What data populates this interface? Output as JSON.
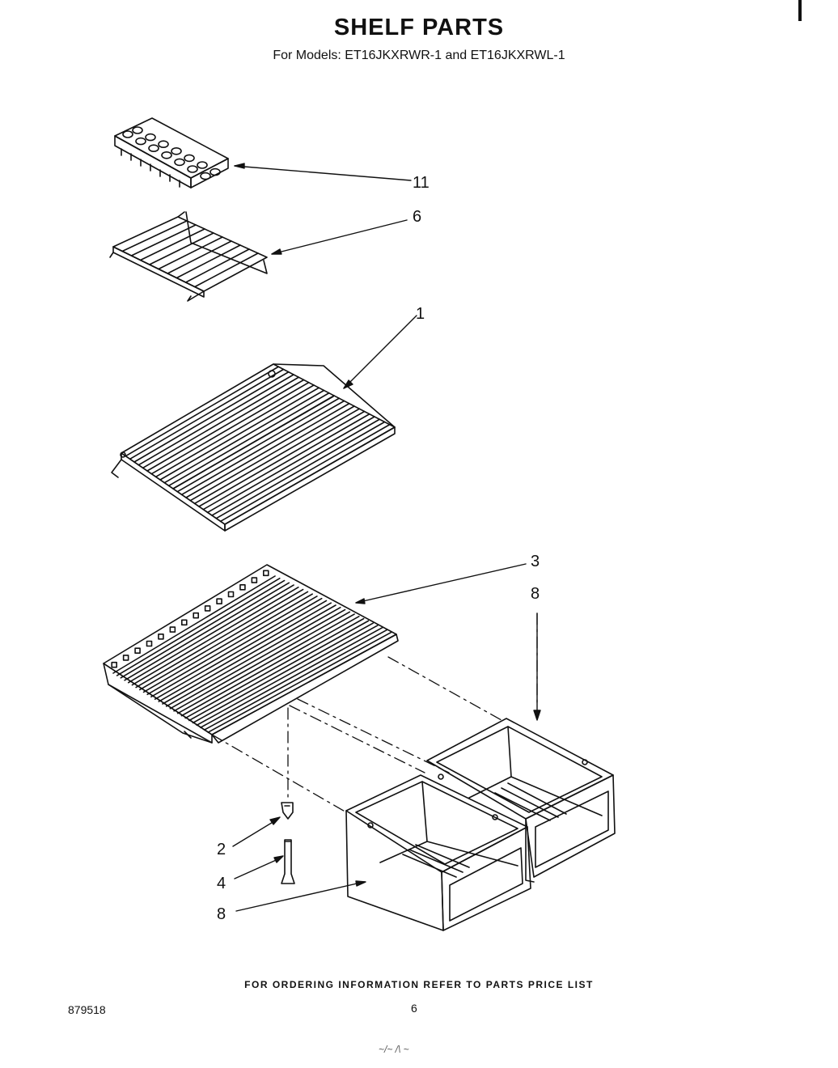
{
  "header": {
    "title": "SHELF PARTS",
    "subtitle": "For Models: ET16JKXRWR-1 and ET16JKXRWL-1"
  },
  "callouts": [
    {
      "label": "11",
      "part": "ice cube tray"
    },
    {
      "label": "6",
      "part": "small wire shelf"
    },
    {
      "label": "1",
      "part": "wire shelf"
    },
    {
      "label": "3",
      "part": "crisper cover shelf"
    },
    {
      "label": "8",
      "part": "right crisper drawer"
    },
    {
      "label": "2",
      "part": "support bracket"
    },
    {
      "label": "4",
      "part": "support leg"
    },
    {
      "label": "8",
      "part": "left crisper drawer"
    }
  ],
  "footer": {
    "ordering_note": "FOR ORDERING INFORMATION REFER TO PARTS PRICE LIST",
    "doc_number": "879518",
    "page_number": "6",
    "bottom_mark": "~/~ /\\ ~"
  }
}
